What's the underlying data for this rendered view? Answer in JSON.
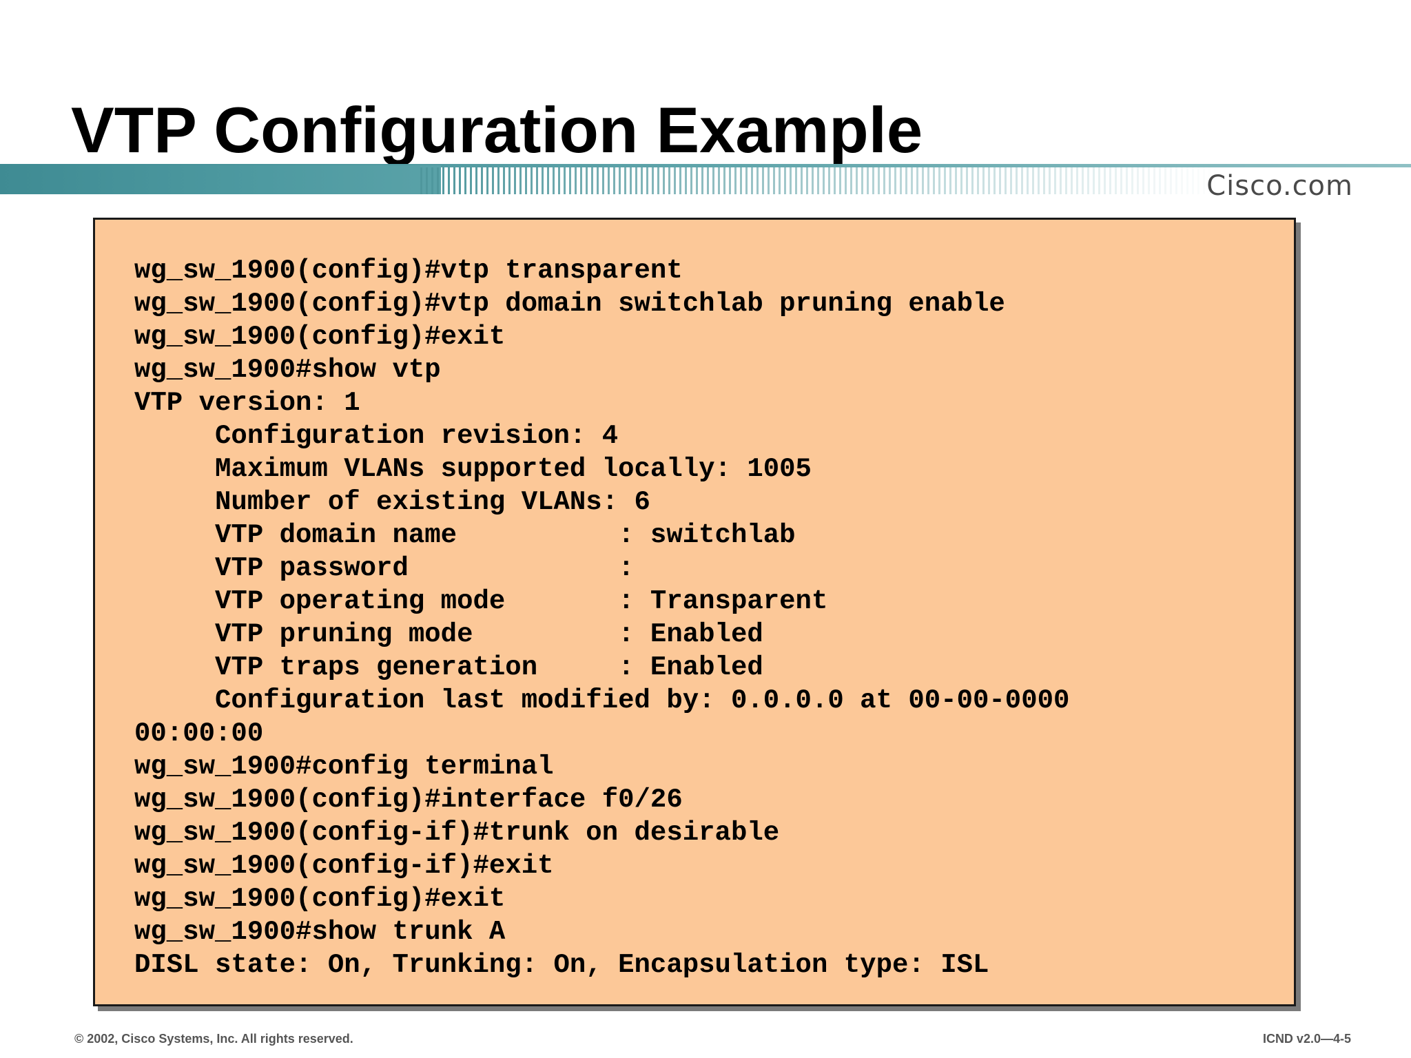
{
  "slide": {
    "title": "VTP Configuration Example",
    "brand": "Cisco.com",
    "colors": {
      "banner": "#4e9aa1",
      "terminal_background": "#fcc898",
      "terminal_border": "#1a1a1a"
    }
  },
  "terminal": {
    "lines": [
      "wg_sw_1900(config)#vtp transparent",
      "wg_sw_1900(config)#vtp domain switchlab pruning enable",
      "wg_sw_1900(config)#exit",
      "wg_sw_1900#show vtp",
      "VTP version: 1",
      "     Configuration revision: 4",
      "     Maximum VLANs supported locally: 1005",
      "     Number of existing VLANs: 6",
      "     VTP domain name          : switchlab",
      "     VTP password             :",
      "     VTP operating mode       : Transparent",
      "     VTP pruning mode         : Enabled",
      "     VTP traps generation     : Enabled",
      "     Configuration last modified by: 0.0.0.0 at 00-00-0000",
      "00:00:00",
      "wg_sw_1900#config terminal",
      "wg_sw_1900(config)#interface f0/26",
      "wg_sw_1900(config-if)#trunk on desirable",
      "wg_sw_1900(config-if)#exit",
      "wg_sw_1900(config)#exit",
      "wg_sw_1900#show trunk A",
      "DISL state: On, Trunking: On, Encapsulation type: ISL"
    ]
  },
  "footer": {
    "copyright": "© 2002, Cisco Systems, Inc. All rights reserved.",
    "course_code": "ICND v2.0—4-5"
  }
}
